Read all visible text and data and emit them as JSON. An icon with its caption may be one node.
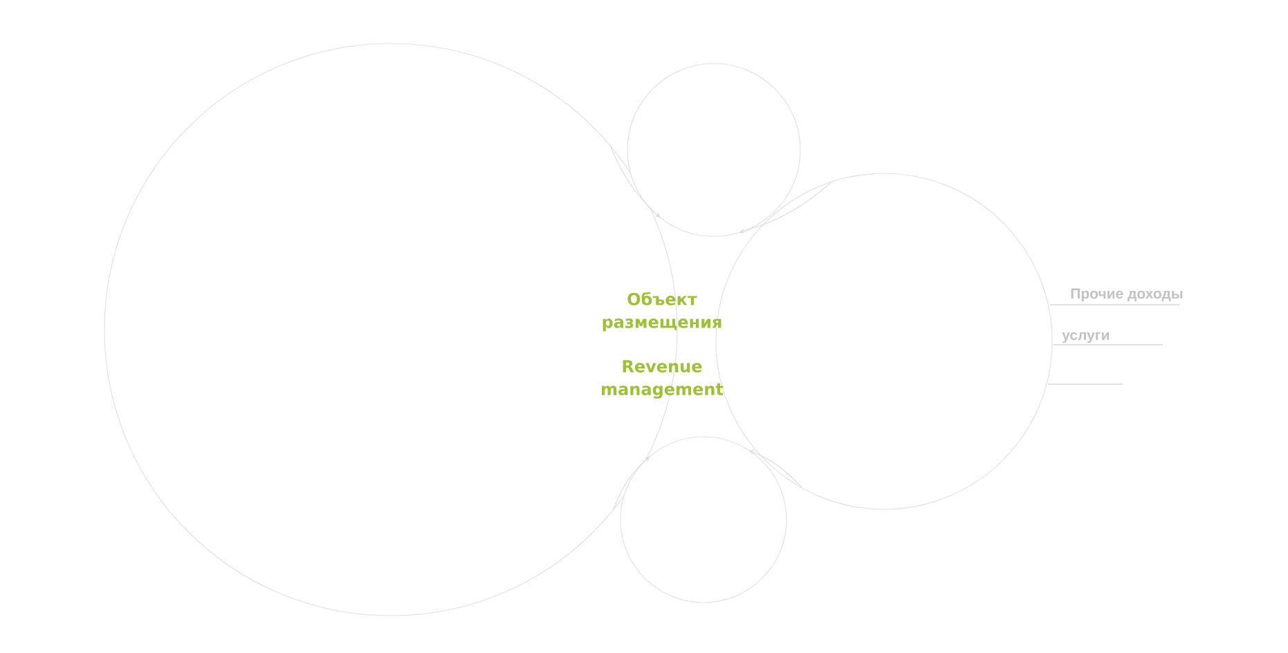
{
  "diagram": {
    "nodes": [
      {
        "text": [],
        "shape": "circle"
      },
      {
        "text": [],
        "shape": "circle"
      },
      {
        "text": [],
        "shape": "circle"
      },
      {
        "text": [],
        "shape": "circle"
      }
    ],
    "edges": [
      {
        "from": 0,
        "to": 1,
        "arrow": "to"
      },
      {
        "from": 3,
        "to": 1,
        "arrow": "to"
      },
      {
        "from": 3,
        "to": 2,
        "arrow": "to"
      },
      {
        "from": 0,
        "to": 2,
        "arrow": "to"
      }
    ],
    "labels": [
      "Объект размещения",
      "Revenue management",
      "Прочие доходы",
      "услуги"
    ]
  }
}
